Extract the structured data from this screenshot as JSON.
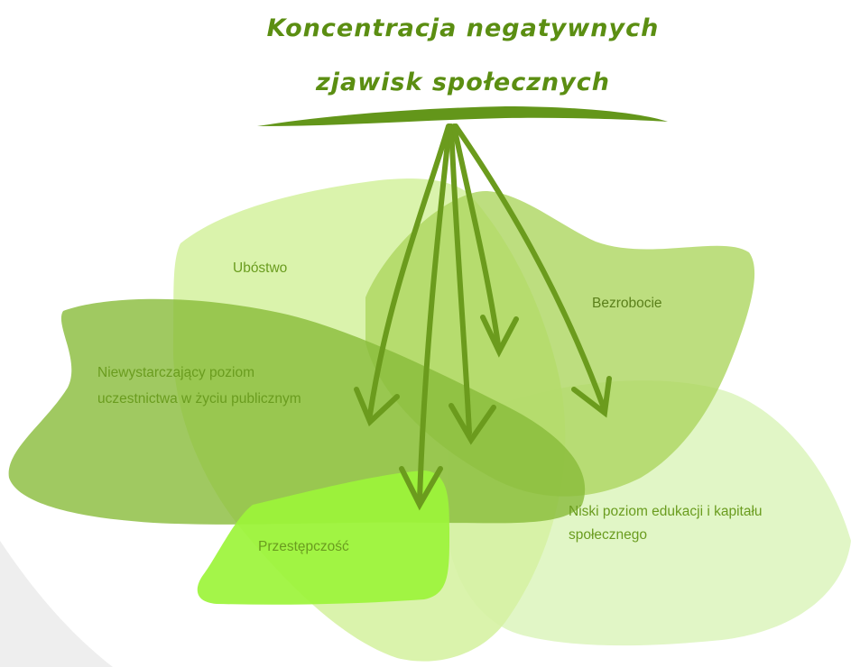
{
  "title": {
    "line1": "Koncentracja negatywnych",
    "line2": "zjawisk społecznych"
  },
  "factors": {
    "ubostwo": "Ubóstwo",
    "bezrobocie": "Bezrobocie",
    "participation_line1": "Niewystarczający poziom",
    "participation_line2": "uczestnictwa w życiu publicznym",
    "crime": "Przestępczość",
    "education_line1": "Niski poziom edukacji i kapitału",
    "education_line2": "społecznego"
  },
  "colors": {
    "title": "#5b8e12",
    "arrow": "#6a9a1c",
    "label": "#6a9c1f",
    "ubostwo_area": "#d7f2a6",
    "bezrobocie_area": "#b5d970",
    "participation_area": "#8fc044",
    "crime_area": "#9ef53a",
    "education_area": "#dff5bf",
    "background_corner": "#f0f0f0"
  }
}
